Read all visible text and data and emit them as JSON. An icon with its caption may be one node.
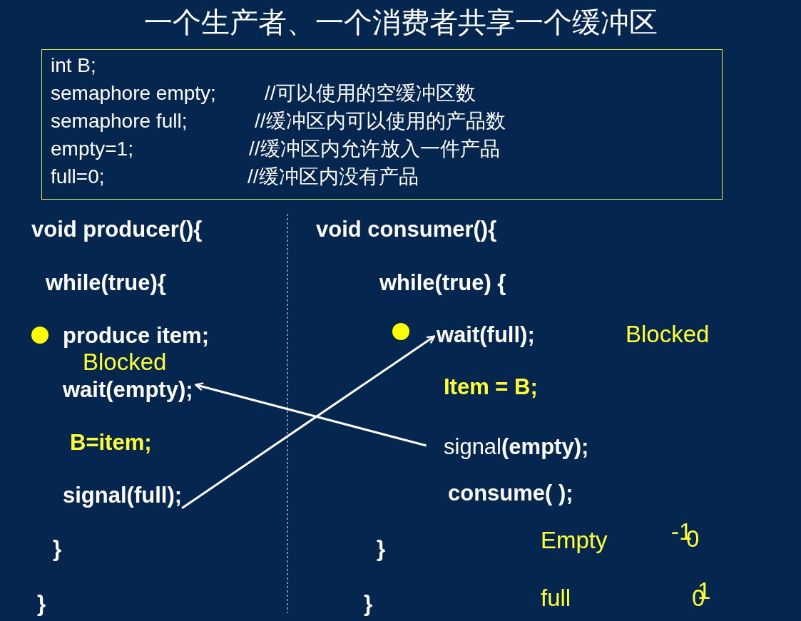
{
  "diagram": {
    "title": "一个生产者、一个消费者共享一个缓冲区",
    "nodes": [
      {
        "text": [
          "int B;",
          "semaphore empty;",
          "//可以使用的空缓冲区数",
          "semaphore full;",
          "//缓冲区内可以使用的产品数",
          "empty=1;",
          "//缓冲区内允许放入一件产品",
          "full=0;",
          "//缓冲区内没有产品"
        ]
      },
      {
        "text": [
          "wait(empty);"
        ]
      },
      {
        "text": [
          "signal(full);"
        ]
      },
      {
        "text": [
          "wait(full);"
        ]
      },
      {
        "text": [
          "signal**(empty);**"
        ]
      }
    ],
    "edges": [
      {
        "from": 2,
        "to": 3,
        "arrow": "to"
      },
      {
        "from": 4,
        "to": 1,
        "arrow": "to"
      }
    ],
    "labels": [
      "void producer(){",
      "void consumer(){",
      "while(true){",
      "while(true) {",
      "produce item;",
      "Blocked",
      "Blocked",
      "Item = B;",
      "B=item;",
      "consume( );",
      "}",
      "Empty",
      "-1",
      "0",
      "}",
      "}",
      "}",
      "full",
      "0",
      "1"
    ]
  }
}
